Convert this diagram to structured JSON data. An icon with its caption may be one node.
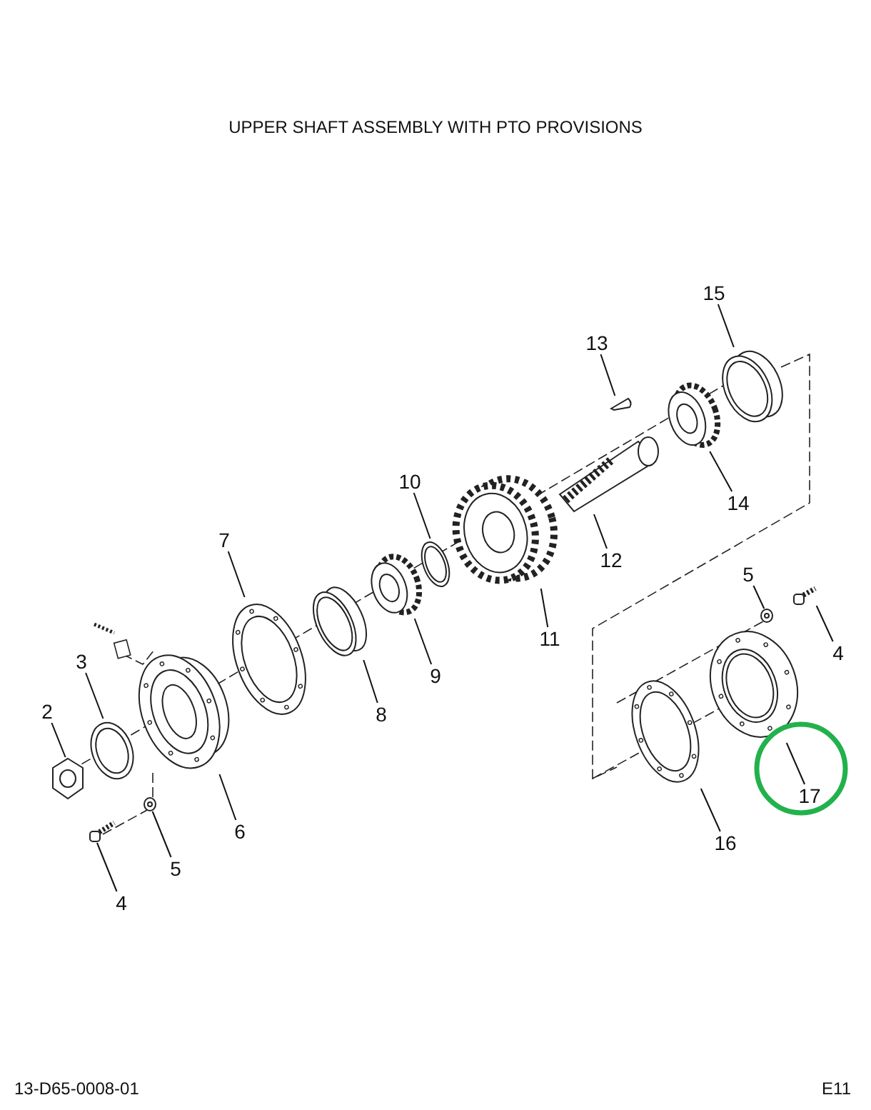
{
  "diagram": {
    "title": "UPPER SHAFT ASSEMBLY WITH PTO PROVISIONS",
    "nodes": [
      {
        "text": [
          "15"
        ]
      },
      {
        "text": [
          "13"
        ]
      },
      {
        "text": [
          "14"
        ]
      },
      {
        "text": [
          "10"
        ]
      },
      {
        "text": [
          "12"
        ]
      },
      {
        "text": [
          "7"
        ]
      },
      {
        "text": [
          "11"
        ]
      },
      {
        "text": [
          "3"
        ]
      },
      {
        "text": [
          "2"
        ]
      },
      {
        "text": [
          "9"
        ]
      },
      {
        "text": [
          "8"
        ]
      },
      {
        "text": [
          "5"
        ]
      },
      {
        "text": [
          "4"
        ]
      },
      {
        "text": [
          "6"
        ]
      },
      {
        "text": [
          "17"
        ]
      },
      {
        "text": [
          "16"
        ]
      },
      {
        "text": [
          "5"
        ]
      },
      {
        "text": [
          "4"
        ]
      },
      {
        "text": [],
        "shape": "picture"
      },
      {
        "text": [],
        "shape": "picture"
      },
      {
        "text": [],
        "shape": "picture"
      },
      {
        "text": [],
        "shape": "picture"
      },
      {
        "text": [],
        "shape": "picture"
      },
      {
        "text": [],
        "shape": "picture"
      },
      {
        "text": [],
        "shape": "picture"
      },
      {
        "text": [],
        "shape": "picture"
      },
      {
        "text": [],
        "shape": "picture"
      },
      {
        "text": [],
        "shape": "picture"
      },
      {
        "text": [],
        "shape": "picture"
      },
      {
        "text": [],
        "shape": "picture"
      },
      {
        "text": [],
        "shape": "picture"
      },
      {
        "text": [],
        "shape": "picture"
      },
      {
        "text": [],
        "shape": "picture"
      },
      {
        "text": [],
        "shape": "picture"
      },
      {
        "text": [],
        "shape": "picture"
      },
      {
        "text": [],
        "shape": "picture"
      }
    ],
    "edges": [
      {
        "from": 0,
        "to": 18,
        "arrow": "none"
      },
      {
        "from": 1,
        "to": 19,
        "arrow": "none"
      },
      {
        "from": 2,
        "to": 20,
        "arrow": "none"
      },
      {
        "from": 3,
        "to": 21,
        "arrow": "none"
      },
      {
        "from": 4,
        "to": 22,
        "arrow": "none"
      },
      {
        "from": 5,
        "to": 23,
        "arrow": "none"
      },
      {
        "from": 6,
        "to": 24,
        "arrow": "none"
      },
      {
        "from": 7,
        "to": 25,
        "arrow": "none"
      },
      {
        "from": 8,
        "to": 26,
        "arrow": "none"
      },
      {
        "from": 9,
        "to": 27,
        "arrow": "none"
      },
      {
        "from": 10,
        "to": 28,
        "arrow": "none"
      },
      {
        "from": 11,
        "to": 29,
        "arrow": "none"
      },
      {
        "from": 12,
        "to": 30,
        "arrow": "none"
      },
      {
        "from": 13,
        "to": 31,
        "arrow": "none"
      },
      {
        "from": 14,
        "to": 32,
        "arrow": "none"
      },
      {
        "from": 15,
        "to": 33,
        "arrow": "none"
      },
      {
        "from": 16,
        "to": 34,
        "arrow": "none"
      },
      {
        "from": 17,
        "to": 35,
        "arrow": "none"
      }
    ],
    "labels": [
      "13-D65-0008-01",
      "E11"
    ]
  }
}
